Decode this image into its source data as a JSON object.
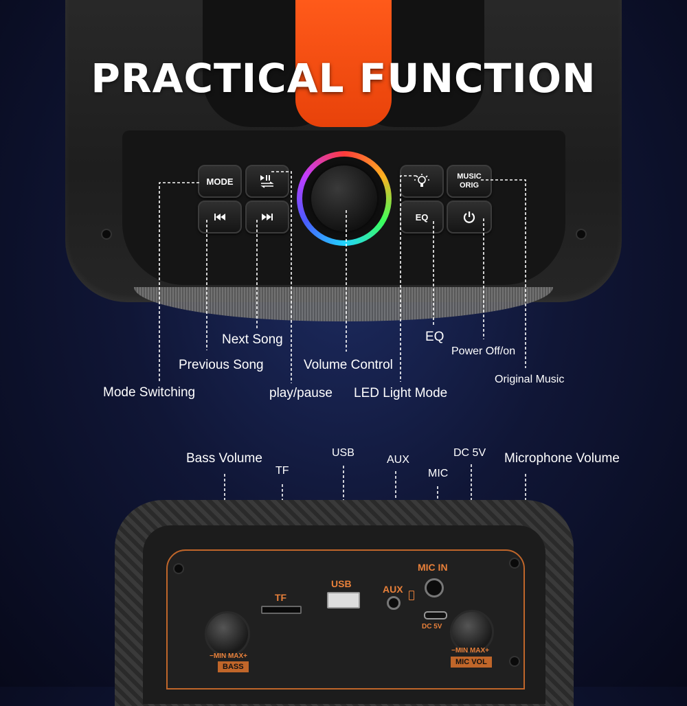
{
  "title": "PRACTICAL FUNCTION",
  "buttons": {
    "mode": "MODE",
    "music_orig_top": "MUSIC",
    "music_orig_bottom": "ORIG",
    "eq": "EQ"
  },
  "callouts": {
    "next_song": "Next Song",
    "previous_song": "Previous Song",
    "mode_switching": "Mode Switching",
    "play_pause": "play/pause",
    "volume_control": "Volume Control",
    "led_light_mode": "LED Light Mode",
    "eq": "EQ",
    "power": "Power Off/on",
    "original_music": "Original Music",
    "bass_volume": "Bass Volume",
    "tf": "TF",
    "usb": "USB",
    "aux": "AUX",
    "mic": "MIC",
    "dc5v": "DC 5V",
    "mic_volume": "Microphone Volume"
  },
  "rear_labels": {
    "tf": "TF",
    "usb": "USB",
    "aux": "AUX",
    "mic_in": "MIC IN",
    "dc5v": "DC 5V",
    "bass_range": "−MIN  MAX+",
    "bass": "BASS",
    "mic_range": "−MIN  MAX+",
    "mic_vol": "MIC  VOL"
  },
  "colors": {
    "accent_orange": "#e8420a",
    "label_orange": "#e8803a"
  },
  "icons": {
    "play_pause": "play-pause-icon",
    "previous": "previous-track-icon",
    "next": "next-track-icon",
    "led": "light-bulb-icon",
    "power": "power-icon"
  }
}
